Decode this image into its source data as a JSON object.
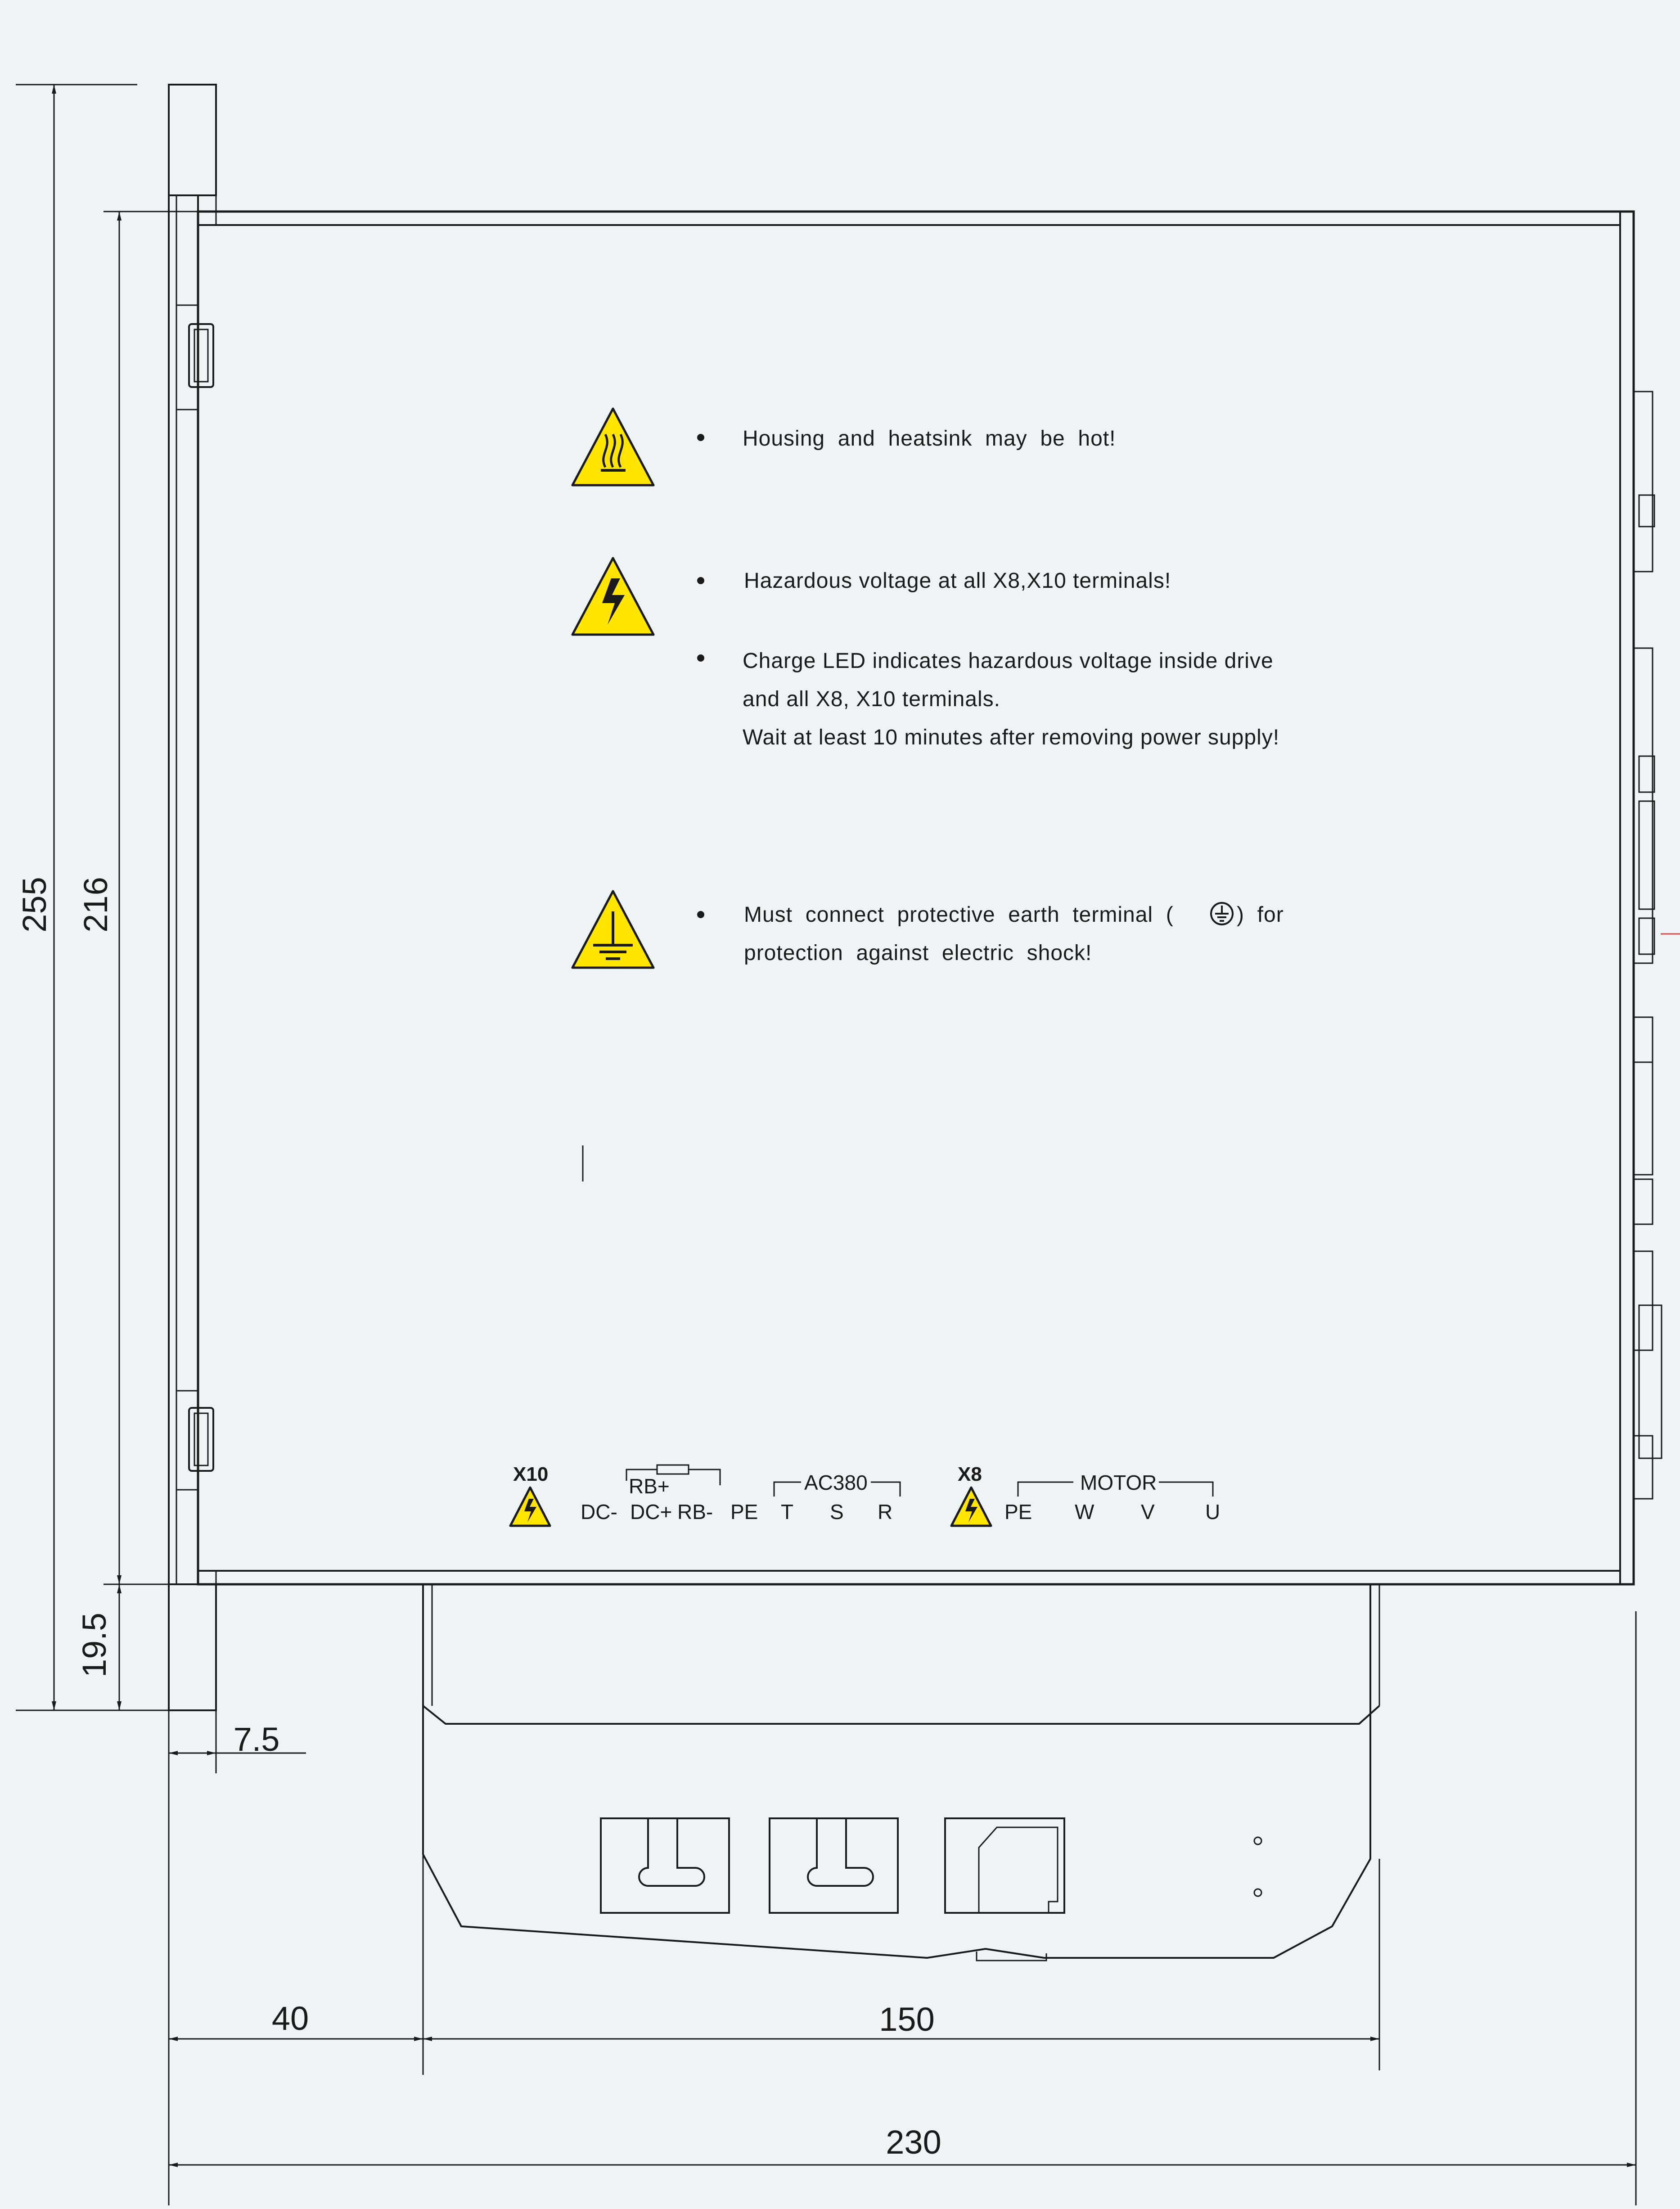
{
  "dimensions": {
    "height_total": "255",
    "height_body": "216",
    "height_bottom": "19.5",
    "flange": "7.5",
    "left_offset": "40",
    "bracket_width": "150",
    "total_width": "230"
  },
  "warnings": [
    {
      "icon": "hot-surface-icon",
      "lines": [
        "Housing  and  heatsink  may  be  hot!"
      ]
    },
    {
      "icon": "high-voltage-icon",
      "lines": [
        "Hazardous voltage at all X8,X10 terminals!"
      ]
    },
    {
      "icon": "",
      "lines": [
        "Charge LED indicates hazardous voltage inside drive",
        "and all X8, X10 terminals.",
        "Wait at least 10 minutes after removing power supply!"
      ]
    },
    {
      "icon": "ground-icon",
      "lines": [
        "Must  connect  protective  earth  terminal  (",
        ")  for",
        "protection  against  electric  shock!"
      ]
    }
  ],
  "terminals": {
    "x10_label": "X10",
    "x10_pins": [
      "DC-",
      "DC+",
      "RB-",
      "PE",
      "T",
      "S",
      "R"
    ],
    "rb_label": "RB+",
    "ac_label": "AC380",
    "x8_label": "X8",
    "x8_pins": [
      "PE",
      "W",
      "V",
      "U"
    ],
    "motor_label": "MOTOR"
  },
  "colors": {
    "background": "#eef3f6",
    "line": "#1a1a1a",
    "warning_yellow": "#ffe500"
  }
}
